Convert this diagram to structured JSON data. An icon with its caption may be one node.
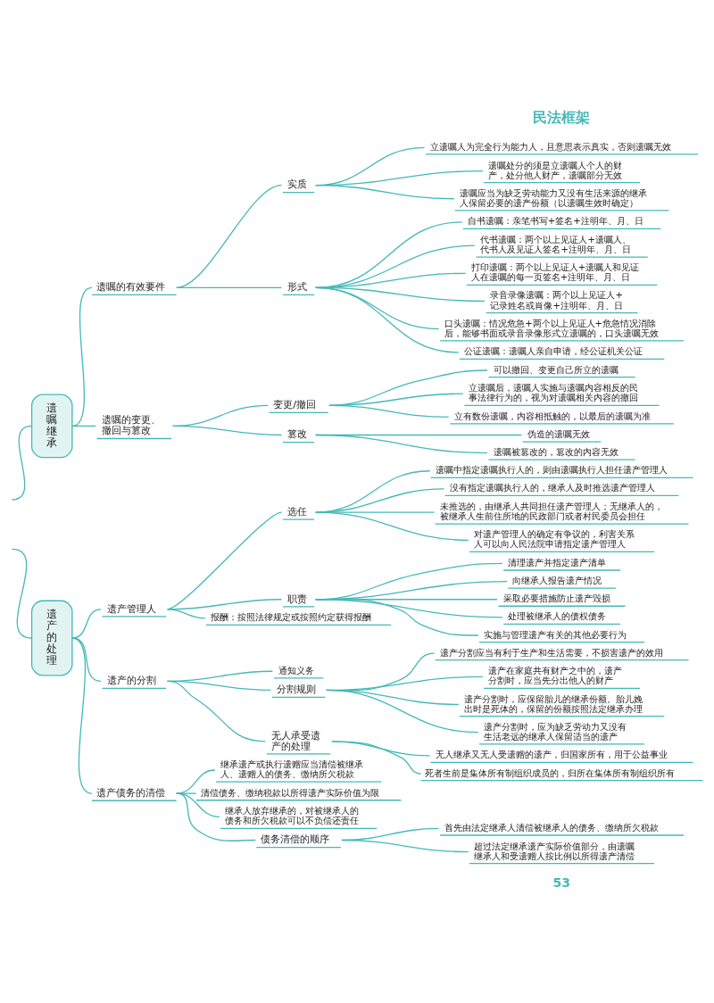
{
  "diagram": {
    "nodes": [
      {
        "text": [
          "遗嘱继承"
        ]
      },
      {
        "text": [
          "遗嘱的有效要件"
        ]
      },
      {
        "text": [
          "实质"
        ]
      },
      {
        "text": [
          "立遗嘱人为完全行为能力人，且意思表示真实，否则遗嘱无效"
        ]
      },
      {
        "text": [
          "遗嘱处分的须是立遗嘱人个人的财产，处分他人财产，遗嘱部分无效"
        ]
      },
      {
        "text": [
          "遗嘱应当为缺乏劳动能力又没有生活来源的继承人保留必要的遗产份额（以遗嘱生效时确定）"
        ]
      },
      {
        "text": [
          "形式"
        ]
      },
      {
        "text": [
          "自书遗嘱：亲笔书写+签名+注明年、月、日"
        ]
      },
      {
        "text": [
          "代书遗嘱：两个以上见证人+遗嘱人、代书人及见证人签名+注明年、月、日"
        ]
      },
      {
        "text": [
          "打印遗嘱：两个以上见证人+遗嘱人和见证人在遗嘱的每一页签名+注明年、月、日"
        ]
      },
      {
        "text": [
          "录音录像遗嘱：两个以上见证人+记录姓名或肖像+注明年、月、日"
        ]
      },
      {
        "text": [
          "口头遗嘱：情况危急+两个以上见证人+危急情况消除后，能够书面或录音录像形式立遗嘱的，口头遗嘱无效"
        ]
      },
      {
        "text": [
          "公证遗嘱：遗嘱人亲自申请，经公证机关公证"
        ]
      },
      {
        "text": [
          "遗嘱的变更、撤回与篡改"
        ]
      },
      {
        "text": [
          "变更/撤回"
        ]
      },
      {
        "text": [
          "可以撤回、变更自己所立的遗嘱"
        ]
      },
      {
        "text": [
          "立遗嘱后，遗嘱人实施与遗嘱内容相反的民事法律行为的，视为对遗嘱相关内容的撤回"
        ]
      },
      {
        "text": [
          "立有数份遗嘱，内容相抵触的，以最后的遗嘱为准"
        ]
      },
      {
        "text": [
          "篡改"
        ]
      },
      {
        "text": [
          "伪造的遗嘱无效"
        ]
      },
      {
        "text": [
          "遗嘱被篡改的，篡改的内容无效"
        ]
      },
      {
        "text": [
          "遗产的处理"
        ]
      },
      {
        "text": [
          "遗产管理人"
        ]
      },
      {
        "text": [
          "选任"
        ]
      },
      {
        "text": [
          "遗嘱中指定遗嘱执行人的，则由遗嘱执行人担任遗产管理人"
        ]
      },
      {
        "text": [
          "没有指定遗嘱执行人的，继承人及时推选遗产管理人"
        ]
      },
      {
        "text": [
          "未推选的，由继承人共同担任遗产管理人；无继承人的，被继承人生前住所地的民政部门或者村民委员会担任"
        ]
      },
      {
        "text": [
          "对遗产管理人的确定有争议的，利害关系人可以向人民法院申请指定遗产管理人"
        ]
      },
      {
        "text": [
          "职责"
        ]
      },
      {
        "text": [
          "清理遗产并指定遗产清单"
        ]
      },
      {
        "text": [
          "向继承人报告遗产情况"
        ]
      },
      {
        "text": [
          "采取必要措施防止遗产毁损"
        ]
      },
      {
        "text": [
          "处理被继承人的债权债务"
        ]
      },
      {
        "text": [
          "实施与管理遗产有关的其他必要行为"
        ]
      },
      {
        "text": [
          "报酬：按照法律规定或按照约定获得报酬"
        ]
      },
      {
        "text": [
          "遗产的分割"
        ]
      },
      {
        "text": [
          "通知义务"
        ]
      },
      {
        "text": [
          "分割规则"
        ]
      },
      {
        "text": [
          "遗产分割应当有利于生产和生活需要，不损害遗产的效用"
        ]
      },
      {
        "text": [
          "遗产在家庭共有财产之中的，遗产分割时，应当先分出他人的财产"
        ]
      },
      {
        "text": [
          "遗产分割时，应保留胎儿的继承份额。胎儿娩出时是死体的，保留的份额按照法定继承办理"
        ]
      },
      {
        "text": [
          "遗产分割时，应为缺乏劳动力又没有生活老远的继承人保留适当的遗产"
        ]
      },
      {
        "text": [
          "无人承受遗产的处理"
        ]
      },
      {
        "text": [
          "无人继承又无人受遗赠的遗产，归国家所有，用于公益事业"
        ]
      },
      {
        "text": [
          "死者生前是集体所有制组织成员的，归所在集体所有制组织所有"
        ]
      },
      {
        "text": [
          "遗产债务的清偿"
        ]
      },
      {
        "text": [
          "继承遗产或执行遗赠应当清偿被继承人、遗赠人的债务、缴纳所欠税款"
        ]
      },
      {
        "text": [
          "清偿债务、缴纳税款以所得遗产实际价值为限"
        ]
      },
      {
        "text": [
          "继承人放弃继承的，对被继承人的债务和所欠税款可以不负偿还责任"
        ]
      },
      {
        "text": [
          "债务清偿的顺序"
        ]
      },
      {
        "text": [
          "首先由法定继承人清偿被继承人的债务、缴纳所欠税款"
        ]
      },
      {
        "text": [
          "超过法定继承遗产实际价值部分，由遗嘱继承人和受遗赠人按比例以所得遗产清偿"
        ]
      }
    ],
    "edges": [
      {
        "from": null,
        "to": 0,
        "arrow": "none"
      },
      {
        "from": 0,
        "to": 1,
        "arrow": "none"
      },
      {
        "from": 1,
        "to": 2,
        "arrow": "none"
      },
      {
        "from": 2,
        "to": 3,
        "arrow": "none"
      },
      {
        "from": 2,
        "to": 4,
        "arrow": "none"
      },
      {
        "from": 2,
        "to": 5,
        "arrow": "none"
      },
      {
        "from": 1,
        "to": 6,
        "arrow": "none"
      },
      {
        "from": 6,
        "to": 7,
        "arrow": "none"
      },
      {
        "from": 6,
        "to": 8,
        "arrow": "none"
      },
      {
        "from": 6,
        "to": 9,
        "arrow": "none"
      },
      {
        "from": 6,
        "to": 10,
        "arrow": "none"
      },
      {
        "from": 6,
        "to": 11,
        "arrow": "none"
      },
      {
        "from": 6,
        "to": 12,
        "arrow": "none"
      },
      {
        "from": 0,
        "to": 13,
        "arrow": "none"
      },
      {
        "from": 13,
        "to": 14,
        "arrow": "none"
      },
      {
        "from": 14,
        "to": 15,
        "arrow": "none"
      },
      {
        "from": 14,
        "to": 16,
        "arrow": "none"
      },
      {
        "from": 14,
        "to": 17,
        "arrow": "none"
      },
      {
        "from": 13,
        "to": 18,
        "arrow": "none"
      },
      {
        "from": 18,
        "to": 19,
        "arrow": "none"
      },
      {
        "from": 18,
        "to": 20,
        "arrow": "none"
      },
      {
        "from": null,
        "to": 21,
        "arrow": "none"
      },
      {
        "from": 21,
        "to": 22,
        "arrow": "none"
      },
      {
        "from": 22,
        "to": 23,
        "arrow": "none"
      },
      {
        "from": 23,
        "to": 24,
        "arrow": "none"
      },
      {
        "from": 23,
        "to": 25,
        "arrow": "none"
      },
      {
        "from": 23,
        "to": 26,
        "arrow": "none"
      },
      {
        "from": 23,
        "to": 27,
        "arrow": "none"
      },
      {
        "from": 22,
        "to": 28,
        "arrow": "none"
      },
      {
        "from": 28,
        "to": 29,
        "arrow": "none"
      },
      {
        "from": 28,
        "to": 30,
        "arrow": "none"
      },
      {
        "from": 28,
        "to": 31,
        "arrow": "none"
      },
      {
        "from": 28,
        "to": 32,
        "arrow": "none"
      },
      {
        "from": 28,
        "to": 33,
        "arrow": "none"
      },
      {
        "from": 22,
        "to": 34,
        "arrow": "none"
      },
      {
        "from": 21,
        "to": 35,
        "arrow": "none"
      },
      {
        "from": 35,
        "to": 36,
        "arrow": "none"
      },
      {
        "from": 35,
        "to": 37,
        "arrow": "none"
      },
      {
        "from": 37,
        "to": 38,
        "arrow": "none"
      },
      {
        "from": 37,
        "to": 39,
        "arrow": "none"
      },
      {
        "from": 37,
        "to": 40,
        "arrow": "none"
      },
      {
        "from": 37,
        "to": 41,
        "arrow": "none"
      },
      {
        "from": 35,
        "to": 42,
        "arrow": "none"
      },
      {
        "from": 42,
        "to": 43,
        "arrow": "none"
      },
      {
        "from": 42,
        "to": 44,
        "arrow": "none"
      },
      {
        "from": 21,
        "to": 45,
        "arrow": "none"
      },
      {
        "from": 45,
        "to": 46,
        "arrow": "none"
      },
      {
        "from": 45,
        "to": 47,
        "arrow": "none"
      },
      {
        "from": 45,
        "to": 48,
        "arrow": "none"
      },
      {
        "from": 45,
        "to": 49,
        "arrow": "none"
      },
      {
        "from": 49,
        "to": 50,
        "arrow": "none"
      },
      {
        "from": 49,
        "to": 51,
        "arrow": "none"
      }
    ],
    "labels": [
      "民法框架",
      "53"
    ]
  }
}
